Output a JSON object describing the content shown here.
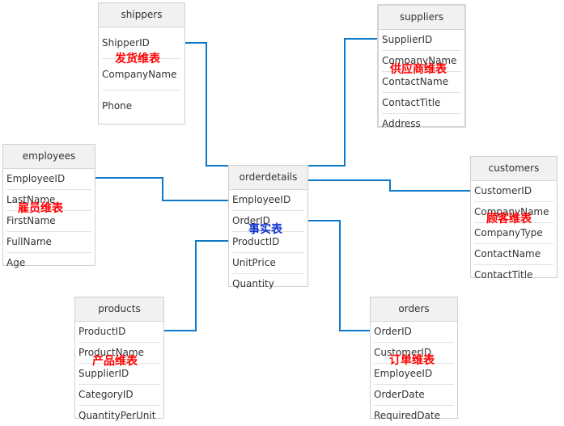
{
  "colors": {
    "link": "#0e78c8",
    "dim_label": "#ff0000",
    "fact_label": "#1133cc"
  },
  "tables": {
    "shippers": {
      "title": "shippers",
      "fields": [
        "ShipperID",
        "CompanyName",
        "Phone"
      ],
      "label": "发货维表"
    },
    "suppliers": {
      "title": "suppliers",
      "fields": [
        "SupplierID",
        "CompanyName",
        "ContactName",
        "ContactTitle",
        "Address"
      ],
      "label": "供应商维表"
    },
    "employees": {
      "title": "employees",
      "fields": [
        "EmployeeID",
        "LastName",
        "FirstName",
        "FullName",
        "Age"
      ],
      "label": "雇员维表"
    },
    "orderdetails": {
      "title": "orderdetails",
      "fields": [
        "EmployeeID",
        "OrderID",
        "ProductID",
        "UnitPrice",
        "Quantity"
      ],
      "label": "事实表"
    },
    "customers": {
      "title": "customers",
      "fields": [
        "CustomerID",
        "CompanyName",
        "CompanyType",
        "ContactName",
        "ContactTitle"
      ],
      "label": "顾客维表"
    },
    "products": {
      "title": "products",
      "fields": [
        "ProductID",
        "ProductName",
        "SupplierID",
        "CategoryID",
        "QuantityPerUnit"
      ],
      "label": "产品维表"
    },
    "orders": {
      "title": "orders",
      "fields": [
        "OrderID",
        "CustomerID",
        "EmployeeID",
        "OrderDate",
        "RequiredDate"
      ],
      "label": "订单维表"
    }
  }
}
